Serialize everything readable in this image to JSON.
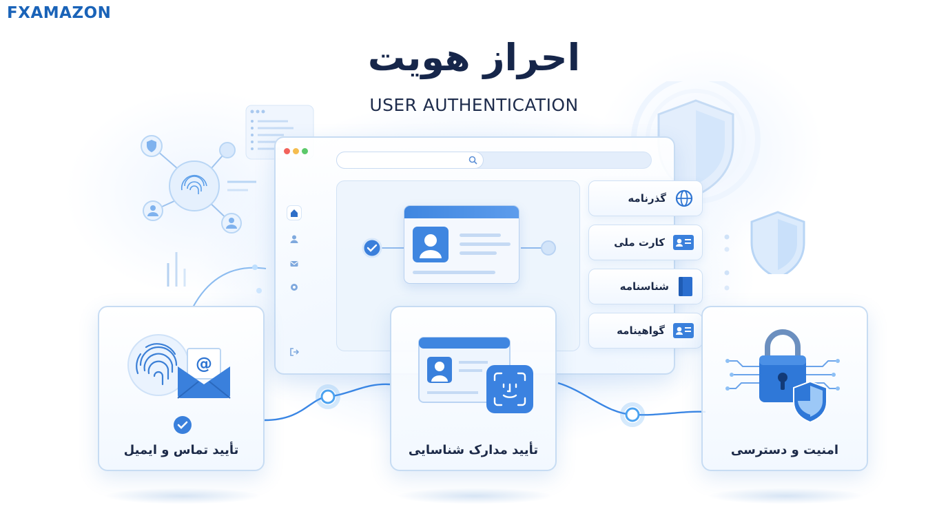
{
  "brand": {
    "prefix": "FX",
    "name": "AMAZON"
  },
  "title_fa": "احراز هویت",
  "title_en": "USER AUTHENTICATION",
  "documents": [
    {
      "label": "گذرنامه",
      "icon": "globe-icon"
    },
    {
      "label": "کارت ملی",
      "icon": "id-card-icon"
    },
    {
      "label": "شناسنامه",
      "icon": "booklet-icon"
    },
    {
      "label": "گواهینامه",
      "icon": "license-card-icon"
    }
  ],
  "cards": [
    {
      "label": "تأیید تماس و ایمیل",
      "icons": [
        "fingerprint-icon",
        "envelope-icon",
        "check-icon"
      ]
    },
    {
      "label": "تأیید مدارک شناسایی",
      "icons": [
        "id-card-icon",
        "face-id-icon"
      ]
    },
    {
      "label": "امنیت و دسترسی",
      "icons": [
        "padlock-icon",
        "shield-icon"
      ]
    }
  ],
  "colors": {
    "accent": "#3b82e0",
    "dark_text": "#16264a",
    "brand": "#1a63b8"
  }
}
